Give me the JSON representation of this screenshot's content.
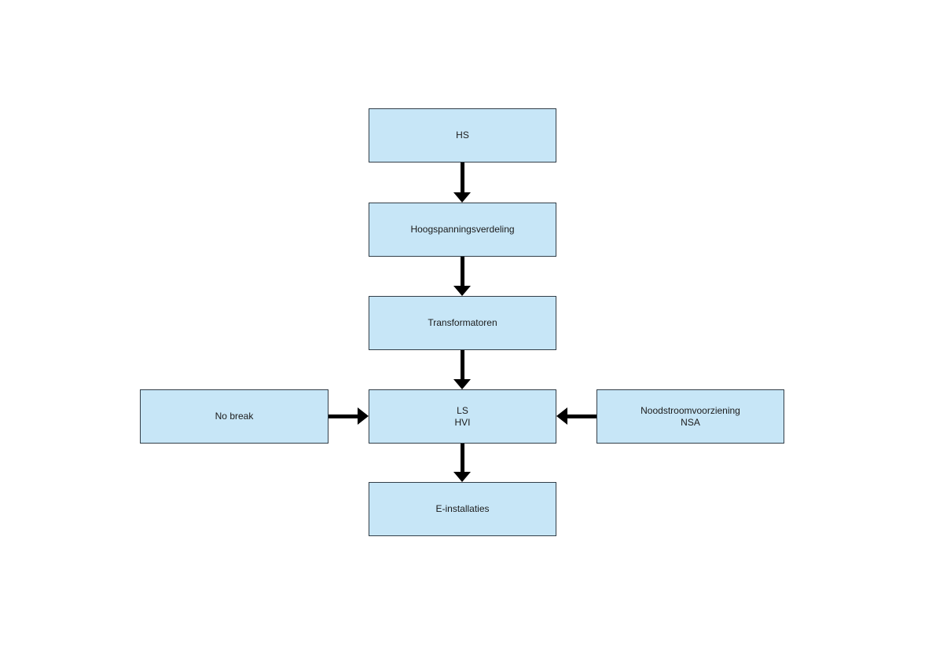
{
  "diagram": {
    "type": "flowchart",
    "background_color": "#ffffff",
    "node_fill_color": "#c7e6f7",
    "node_border_color": "#323e48",
    "arrow_color": "#000000",
    "text_color": "#1b1b1b",
    "nodes": {
      "hs": {
        "label": "HS"
      },
      "hoogspanningsverdeling": {
        "label": "Hoogspanningsverdeling"
      },
      "transformatoren": {
        "label": "Transformatoren"
      },
      "no_break": {
        "label": "No break"
      },
      "ls_hvi": {
        "line1": "LS",
        "line2": "HVI"
      },
      "noodstroomvoorziening": {
        "line1": "Noodstroomvoorziening",
        "line2": "NSA"
      },
      "e_installaties": {
        "label": "E-installaties"
      }
    },
    "edges": [
      {
        "from": "HS",
        "to": "Hoogspanningsverdeling",
        "direction": "down"
      },
      {
        "from": "Hoogspanningsverdeling",
        "to": "Transformatoren",
        "direction": "down"
      },
      {
        "from": "Transformatoren",
        "to": "LS HVI",
        "direction": "down"
      },
      {
        "from": "No break",
        "to": "LS HVI",
        "direction": "right"
      },
      {
        "from": "Noodstroomvoorziening NSA",
        "to": "LS HVI",
        "direction": "left"
      },
      {
        "from": "LS HVI",
        "to": "E-installaties",
        "direction": "down"
      }
    ]
  }
}
